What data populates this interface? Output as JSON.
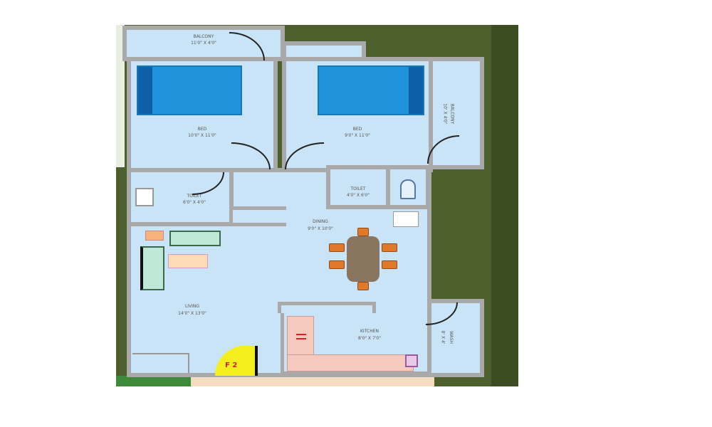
{
  "plan": {
    "rooms": {
      "balcony_top": {
        "name": "BALCONY",
        "size": "11'0\" X 4'0\""
      },
      "bed1": {
        "name": "BED",
        "size": "10'0\" X 11'0\""
      },
      "bed2": {
        "name": "BED",
        "size": "9'0\" X 11'0\""
      },
      "balcony_right": {
        "name": "BALCONY",
        "size": "10' X 4'0\""
      },
      "toilet1": {
        "name": "TOILET",
        "size": "6'0\" X 4'0\""
      },
      "toilet2": {
        "name": "TOILET",
        "size": "4'0\" X 6'0\""
      },
      "dining": {
        "name": "DINING",
        "size": "9'0\" X 10'0\""
      },
      "living": {
        "name": "LIVING",
        "size": "14'0\" X 13'0\""
      },
      "kitchen": {
        "name": "KITCHEN",
        "size": "8'0\" X 7'0\""
      },
      "wash": {
        "name": "WASH",
        "size": "8' X 4'"
      }
    },
    "entrance_label": "F 2",
    "colors": {
      "ground": "#4d5f2c",
      "floor": "#c9e4f6",
      "wall": "#a9a9a9",
      "bed": "#1f93dc",
      "entrance": "#f5ee1e",
      "kitchen_counter": "#f6c9bf",
      "dining_table": "#8a7560"
    }
  }
}
